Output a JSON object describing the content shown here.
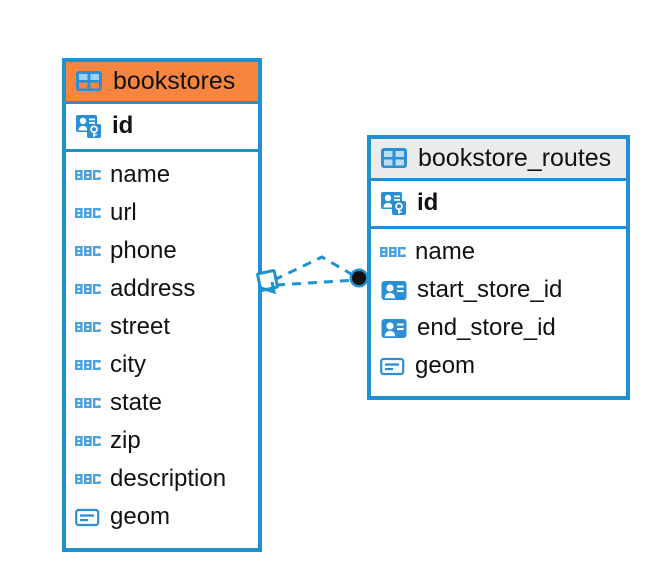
{
  "diagram": {
    "type": "entity-relationship-diagram",
    "background_color": "#ffffff",
    "accent_color": "#1e92d0",
    "entities": [
      {
        "name": "bookstores",
        "header_color": "#f7853f",
        "primary_key": {
          "label": "id",
          "icon": "primary-key-icon"
        },
        "fields": [
          {
            "label": "name",
            "icon": "abc-text-icon"
          },
          {
            "label": "url",
            "icon": "abc-text-icon"
          },
          {
            "label": "phone",
            "icon": "abc-text-icon"
          },
          {
            "label": "address",
            "icon": "abc-text-icon"
          },
          {
            "label": "street",
            "icon": "abc-text-icon"
          },
          {
            "label": "city",
            "icon": "abc-text-icon"
          },
          {
            "label": "state",
            "icon": "abc-text-icon"
          },
          {
            "label": "zip",
            "icon": "abc-text-icon"
          },
          {
            "label": "description",
            "icon": "abc-text-icon"
          },
          {
            "label": "geom",
            "icon": "geometry-icon"
          }
        ]
      },
      {
        "name": "bookstore_routes",
        "header_color": "#ebebeb",
        "primary_key": {
          "label": "id",
          "icon": "primary-key-icon"
        },
        "fields": [
          {
            "label": "name",
            "icon": "abc-text-icon"
          },
          {
            "label": "start_store_id",
            "icon": "foreign-key-icon"
          },
          {
            "label": "end_store_id",
            "icon": "foreign-key-icon"
          },
          {
            "label": "geom",
            "icon": "geometry-icon"
          }
        ]
      }
    ],
    "relationship": {
      "style": "dashed",
      "color": "#1e92d0",
      "source_marker": "diamond",
      "target_marker": "filled-circle",
      "notation": "crows-foot"
    }
  }
}
